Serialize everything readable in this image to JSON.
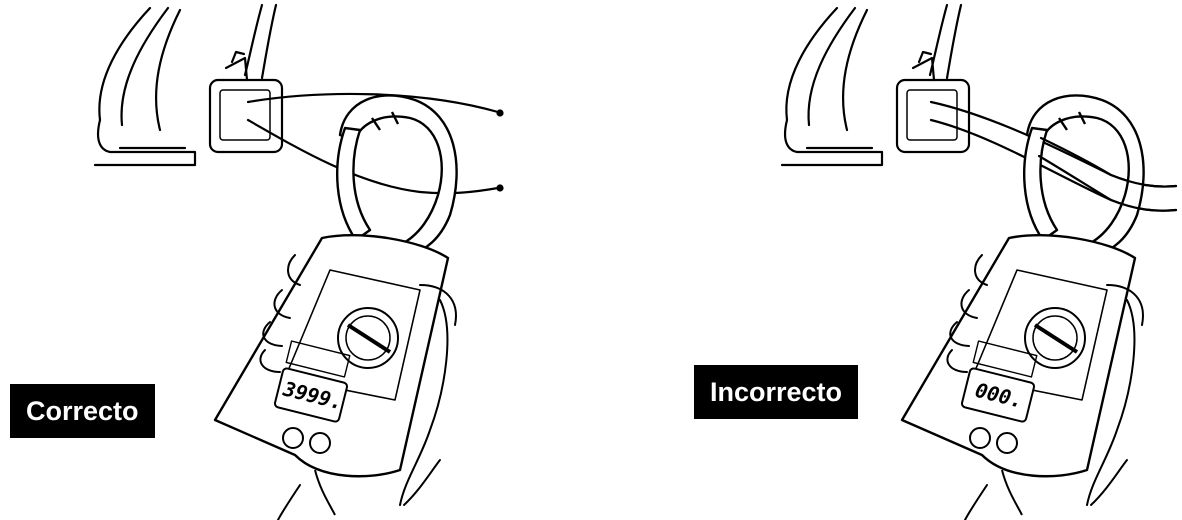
{
  "panels": [
    {
      "id": "correct",
      "label": "Correcto",
      "display_reading": "3999.",
      "wires_through_jaw": 1
    },
    {
      "id": "incorrect",
      "label": "Incorrecto",
      "display_reading": "000.",
      "wires_through_jaw": 2
    }
  ],
  "colors": {
    "label_background": "#000000",
    "label_text": "#ffffff",
    "line_art": "#000000"
  },
  "icons": [
    "clamp-meter-icon",
    "hand-icon",
    "power-outlet-icon",
    "appliance-icon"
  ]
}
